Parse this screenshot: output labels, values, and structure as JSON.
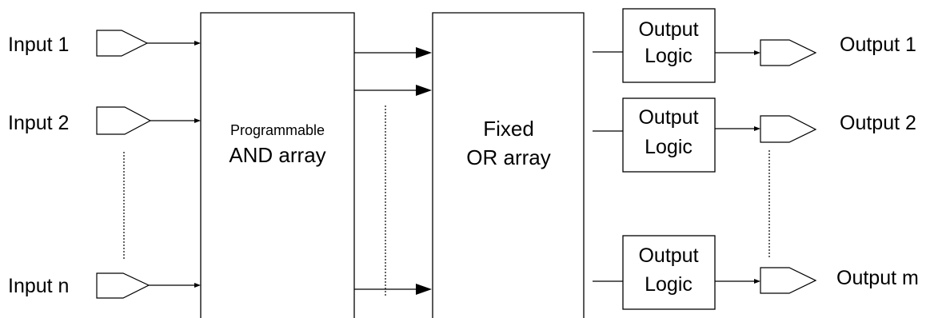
{
  "inputs": [
    "Input 1",
    "Input 2",
    "Input n"
  ],
  "outputs": [
    "Output 1",
    "Output 2",
    "Output m"
  ],
  "and_array": {
    "line1": "Programmable",
    "line2": "AND array"
  },
  "or_array": {
    "line1": "Fixed",
    "line2": "OR array"
  },
  "output_logic": {
    "line1": "Output",
    "line2": "Logic"
  }
}
